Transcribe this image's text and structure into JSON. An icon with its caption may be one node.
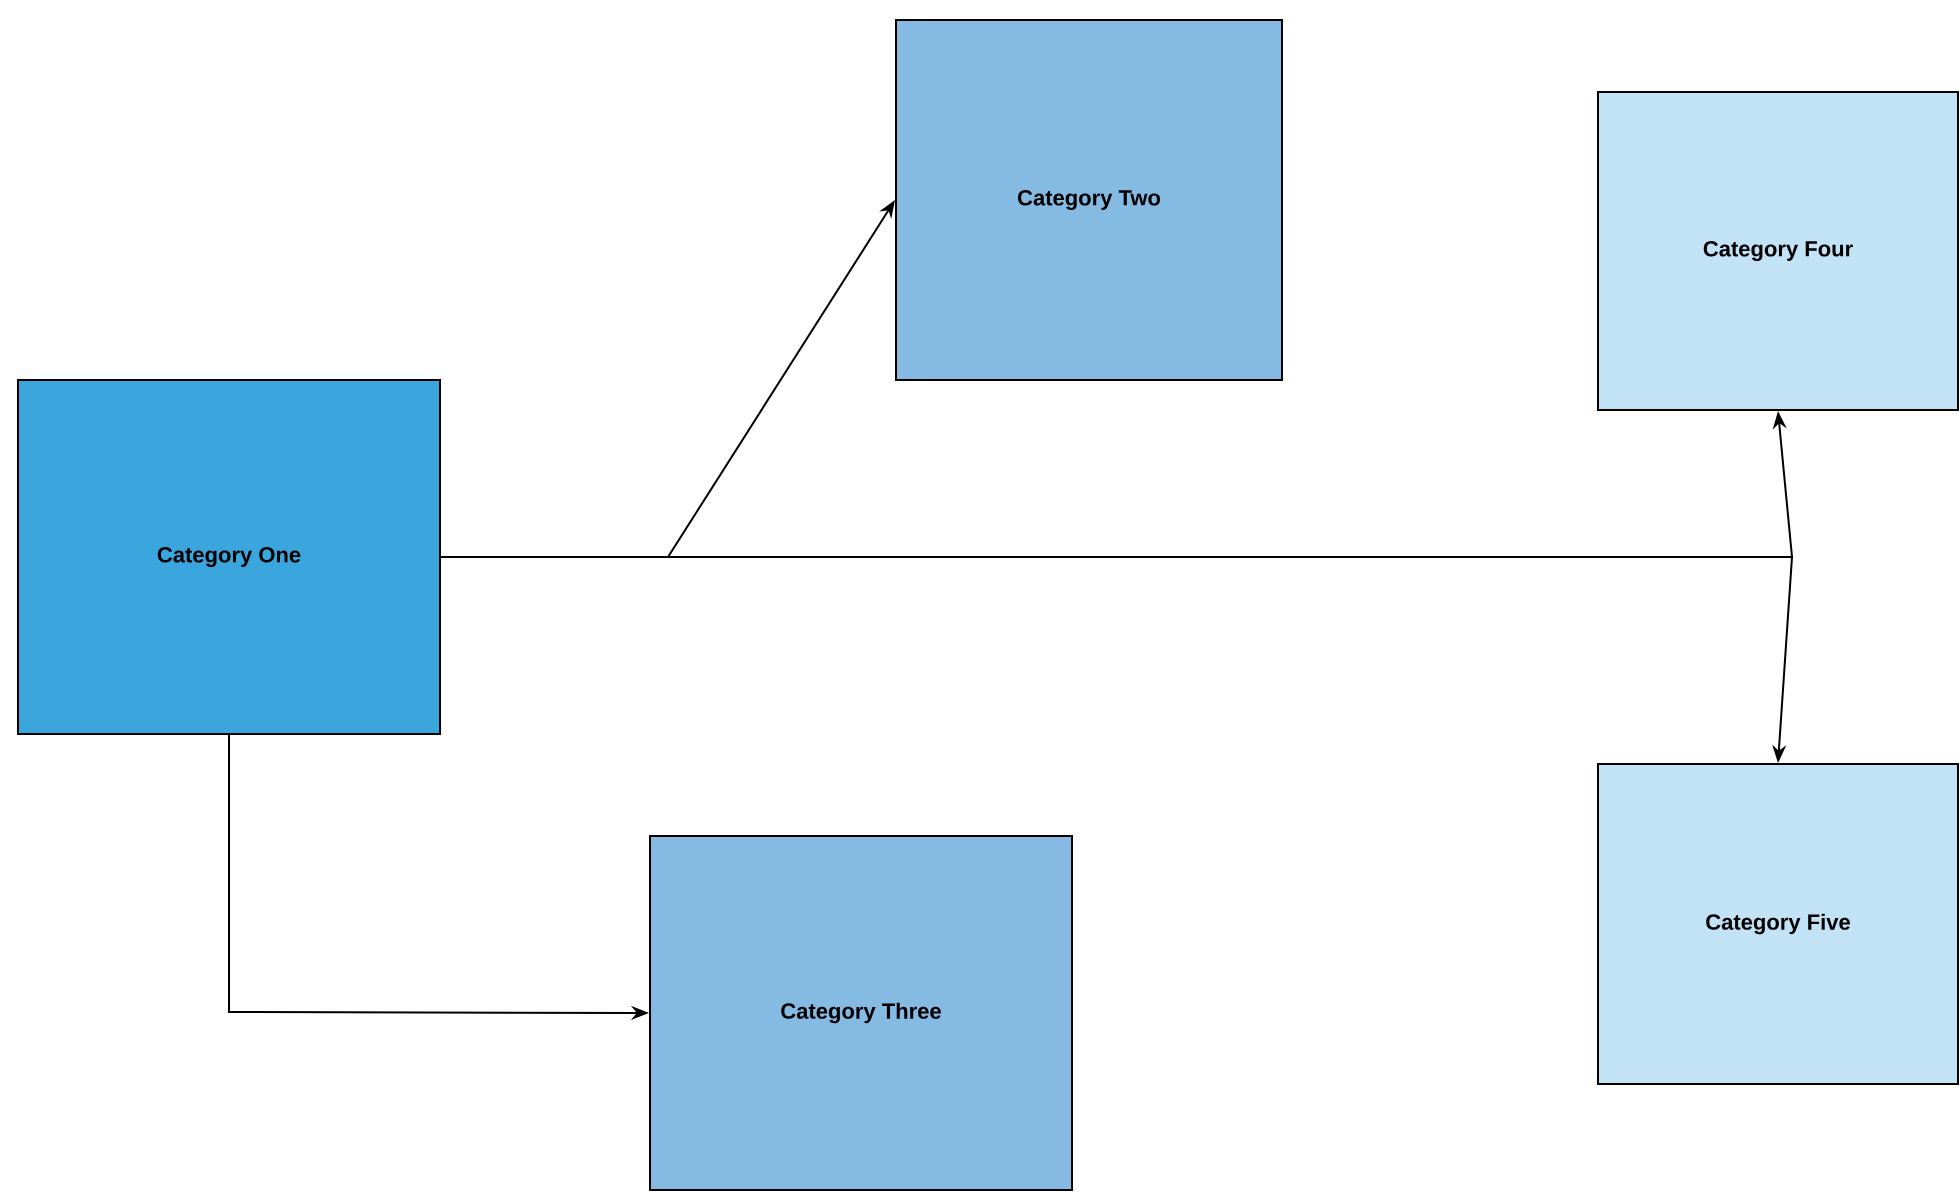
{
  "diagram": {
    "nodes": [
      {
        "text": [
          "Category One"
        ]
      },
      {
        "text": [
          "Category Two"
        ]
      },
      {
        "text": [
          "Category Three"
        ]
      },
      {
        "text": [
          "Category Four"
        ]
      },
      {
        "text": [
          "Category Five"
        ]
      }
    ],
    "edges": [
      {
        "from": 0,
        "to": 1,
        "arrow": "to"
      },
      {
        "from": 0,
        "to": 2,
        "arrow": "to"
      },
      {
        "from": 0,
        "to": 3,
        "arrow": "to"
      },
      {
        "from": 0,
        "to": 4,
        "arrow": "to"
      }
    ]
  }
}
